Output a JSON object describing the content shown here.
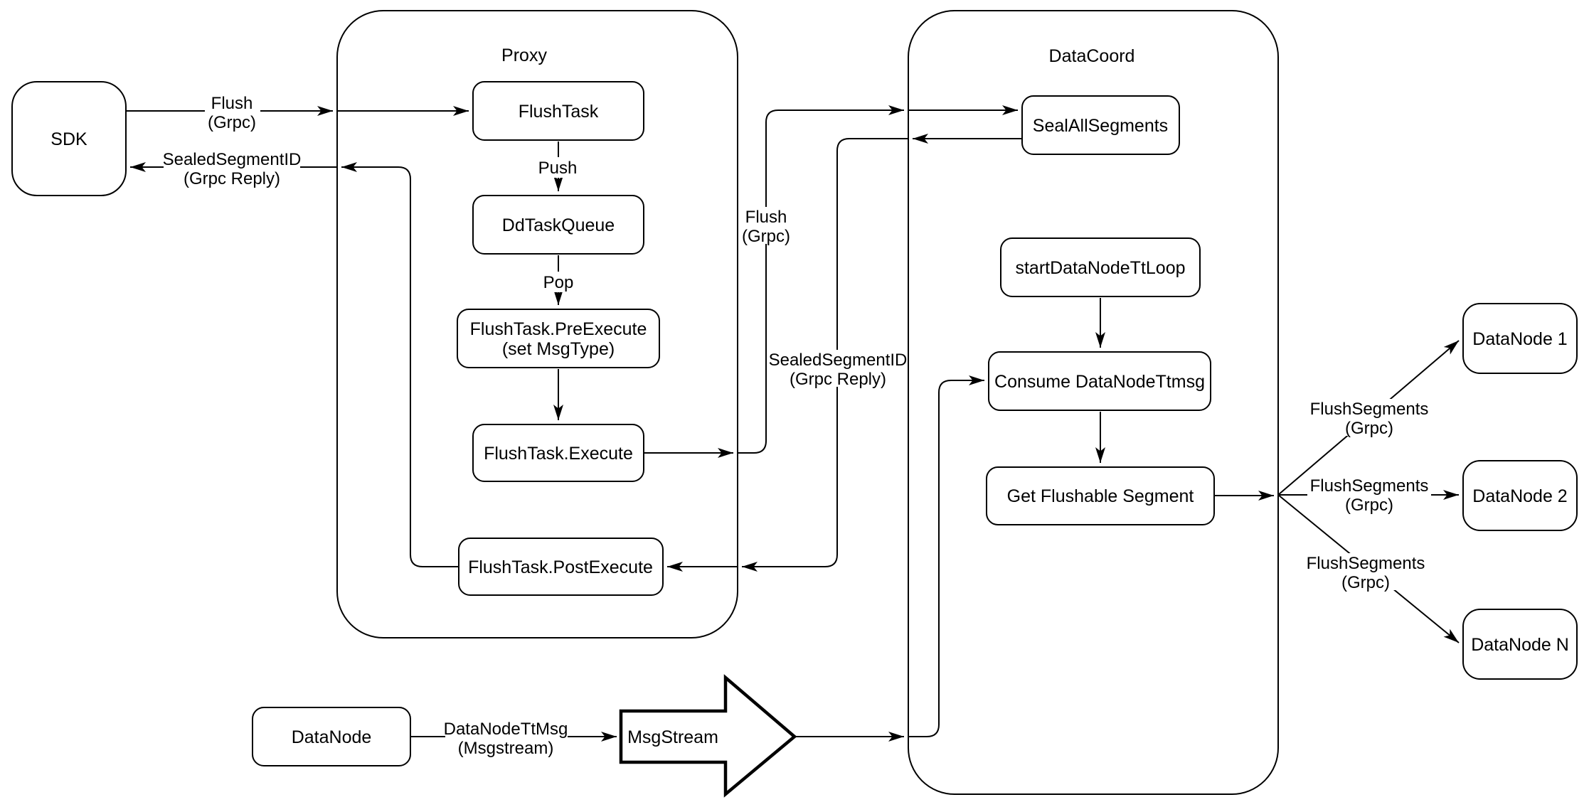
{
  "colors": {
    "stroke": "#000000",
    "background": "#ffffff",
    "node_fill": "#ffffff"
  },
  "containers": {
    "proxy": {
      "label": "Proxy"
    },
    "datacoord": {
      "label": "DataCoord"
    }
  },
  "nodes": {
    "sdk": {
      "label": "SDK"
    },
    "flush_task": {
      "label": "FlushTask"
    },
    "dd_task_queue": {
      "label": "DdTaskQueue"
    },
    "pre_execute": {
      "label_line1": "FlushTask.PreExecute",
      "label_line2": "(set MsgType)"
    },
    "execute": {
      "label": "FlushTask.Execute"
    },
    "post_execute": {
      "label": "FlushTask.PostExecute"
    },
    "seal_all_segments": {
      "label": "SealAllSegments"
    },
    "start_datanode_tt_loop": {
      "label": "startDataNodeTtLoop"
    },
    "consume_datanode_ttmsg": {
      "label": "Consume DataNodeTtmsg"
    },
    "get_flushable_segment": {
      "label": "Get Flushable Segment"
    },
    "datanode_1": {
      "label": "DataNode 1"
    },
    "datanode_2": {
      "label": "DataNode 2"
    },
    "datanode_n": {
      "label": "DataNode N"
    },
    "datanode_bottom": {
      "label": "DataNode"
    },
    "msgstream": {
      "label": "MsgStream"
    }
  },
  "edge_labels": {
    "flush_grpc_sdk": {
      "line1": "Flush",
      "line2": "(Grpc)"
    },
    "sealed_segment_sdk": {
      "line1": "SealedSegmentID",
      "line2": "(Grpc Reply)"
    },
    "push": {
      "label": "Push"
    },
    "pop": {
      "label": "Pop"
    },
    "flush_grpc_mid": {
      "line1": "Flush",
      "line2": "(Grpc)"
    },
    "sealed_segment_mid": {
      "line1": "SealedSegmentID",
      "line2": "(Grpc Reply)"
    },
    "flush_segments_1": {
      "line1": "FlushSegments",
      "line2": "(Grpc)"
    },
    "flush_segments_2": {
      "line1": "FlushSegments",
      "line2": "(Grpc)"
    },
    "flush_segments_3": {
      "line1": "FlushSegments",
      "line2": "(Grpc)"
    },
    "datanode_tt_msg": {
      "line1": "DataNodeTtMsg",
      "line2": "(Msgstream)"
    }
  }
}
